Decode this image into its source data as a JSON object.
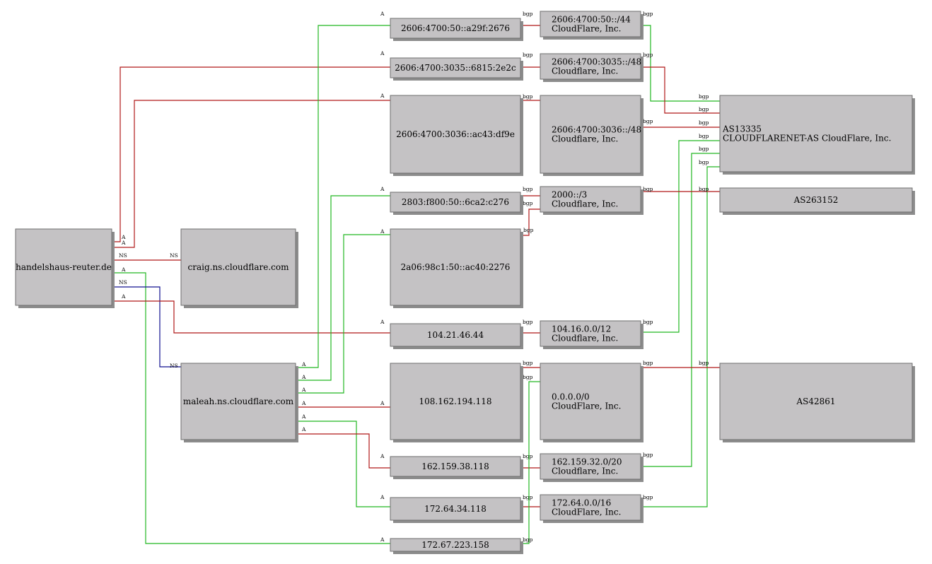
{
  "colors": {
    "A": "#b01818",
    "green": "#22b822",
    "NS": "#101090"
  },
  "nodes": [
    {
      "id": "domain",
      "lines": [
        "handelshaus-reuter.de"
      ]
    },
    {
      "id": "craig",
      "lines": [
        "craig.ns.cloudflare.com"
      ]
    },
    {
      "id": "maleah",
      "lines": [
        "maleah.ns.cloudflare.com"
      ]
    },
    {
      "id": "ip6_a29f",
      "lines": [
        "2606:4700:50::a29f:2676"
      ]
    },
    {
      "id": "ip6_6815",
      "lines": [
        "2606:4700:3035::6815:2e2c"
      ]
    },
    {
      "id": "ip6_ac43",
      "lines": [
        "2606:4700:3036::ac43:df9e"
      ]
    },
    {
      "id": "ip6_6ca2",
      "lines": [
        "2803:f800:50::6ca2:c276"
      ]
    },
    {
      "id": "ip6_ac40",
      "lines": [
        "2a06:98c1:50::ac40:2276"
      ]
    },
    {
      "id": "ip_104",
      "lines": [
        "104.21.46.44"
      ]
    },
    {
      "id": "ip_108",
      "lines": [
        "108.162.194.118"
      ]
    },
    {
      "id": "ip_162",
      "lines": [
        "162.159.38.118"
      ]
    },
    {
      "id": "ip_17264",
      "lines": [
        "172.64.34.118"
      ]
    },
    {
      "id": "ip_17267",
      "lines": [
        "172.67.223.158"
      ]
    },
    {
      "id": "pfx_50",
      "lines": [
        "2606:4700:50::/44",
        "CloudFlare, Inc."
      ]
    },
    {
      "id": "pfx_3035",
      "lines": [
        "2606:4700:3035::/48",
        "Cloudflare, Inc."
      ]
    },
    {
      "id": "pfx_3036",
      "lines": [
        "2606:4700:3036::/48",
        "Cloudflare, Inc."
      ]
    },
    {
      "id": "pfx_2000",
      "lines": [
        "2000::/3",
        "Cloudflare, Inc."
      ]
    },
    {
      "id": "pfx_10416",
      "lines": [
        "104.16.0.0/12",
        "Cloudflare, Inc."
      ]
    },
    {
      "id": "pfx_0",
      "lines": [
        "0.0.0.0/0",
        "CloudFlare, Inc."
      ]
    },
    {
      "id": "pfx_16215",
      "lines": [
        "162.159.32.0/20",
        "Cloudflare, Inc."
      ]
    },
    {
      "id": "pfx_17264",
      "lines": [
        "172.64.0.0/16",
        "CloudFlare, Inc."
      ]
    },
    {
      "id": "as13335",
      "lines": [
        "AS13335",
        "CLOUDFLARENET-AS CloudFlare, Inc."
      ]
    },
    {
      "id": "as263152",
      "lines": [
        "AS263152"
      ]
    },
    {
      "id": "as42861",
      "lines": [
        "AS42861"
      ]
    }
  ],
  "edges": [
    {
      "from": "domain",
      "to": "ip6_6815",
      "type": "A",
      "color": "A",
      "tail": "A",
      "head": "A"
    },
    {
      "from": "domain",
      "to": "ip6_ac43",
      "type": "A",
      "color": "A",
      "tail": "A",
      "head": "A"
    },
    {
      "from": "domain",
      "to": "craig",
      "type": "NS",
      "color": "A",
      "tail": "NS",
      "head": "NS"
    },
    {
      "from": "domain",
      "to": "ip_17267",
      "type": "A",
      "color": "green",
      "tail": "A",
      "head": "A"
    },
    {
      "from": "domain",
      "to": "maleah",
      "type": "NS",
      "color": "NS",
      "tail": "NS",
      "head": "NS"
    },
    {
      "from": "domain",
      "to": "ip_104",
      "type": "A",
      "color": "A",
      "tail": "A",
      "head": "A"
    },
    {
      "from": "maleah",
      "to": "ip6_a29f",
      "type": "A",
      "color": "green",
      "tail": "A",
      "head": "A"
    },
    {
      "from": "maleah",
      "to": "ip6_6ca2",
      "type": "A",
      "color": "green",
      "tail": "A",
      "head": "A"
    },
    {
      "from": "maleah",
      "to": "ip6_ac40",
      "type": "A",
      "color": "green",
      "tail": "A",
      "head": "A"
    },
    {
      "from": "maleah",
      "to": "ip_108",
      "type": "A",
      "color": "A",
      "tail": "A",
      "head": "A"
    },
    {
      "from": "maleah",
      "to": "ip_17264",
      "type": "A",
      "color": "green",
      "tail": "A",
      "head": "A"
    },
    {
      "from": "maleah",
      "to": "ip_162",
      "type": "A",
      "color": "A",
      "tail": "A",
      "head": "A"
    },
    {
      "from": "ip6_a29f",
      "to": "pfx_50",
      "type": "bgp",
      "color": "A",
      "tail": "bgp"
    },
    {
      "from": "ip6_6815",
      "to": "pfx_3035",
      "type": "bgp",
      "color": "A",
      "tail": "bgp"
    },
    {
      "from": "ip6_ac43",
      "to": "pfx_3036",
      "type": "bgp",
      "color": "A",
      "tail": "bgp"
    },
    {
      "from": "ip6_6ca2",
      "to": "pfx_2000",
      "type": "bgp",
      "color": "A",
      "tail": "bgp"
    },
    {
      "from": "ip6_ac40",
      "to": "pfx_2000",
      "type": "bgp",
      "color": "A",
      "tail": "bgp",
      "head": "bgp"
    },
    {
      "from": "ip_104",
      "to": "pfx_10416",
      "type": "bgp",
      "color": "A",
      "tail": "bgp"
    },
    {
      "from": "ip_108",
      "to": "pfx_0",
      "type": "bgp",
      "color": "A",
      "tail": "bgp"
    },
    {
      "from": "ip_162",
      "to": "pfx_16215",
      "type": "bgp",
      "color": "A",
      "tail": "bgp"
    },
    {
      "from": "ip_17264",
      "to": "pfx_17264",
      "type": "bgp",
      "color": "A",
      "tail": "bgp"
    },
    {
      "from": "ip_17267",
      "to": "pfx_0",
      "type": "bgp",
      "color": "green",
      "tail": "bgp",
      "head": "bgp"
    },
    {
      "from": "pfx_50",
      "to": "as13335",
      "type": "bgp",
      "color": "green",
      "tail": "bgp",
      "head": "bgp"
    },
    {
      "from": "pfx_3035",
      "to": "as13335",
      "type": "bgp",
      "color": "A",
      "tail": "bgp",
      "head": "bgp"
    },
    {
      "from": "pfx_3036",
      "to": "as13335",
      "type": "bgp",
      "color": "A",
      "tail": "bgp",
      "head": "bgp"
    },
    {
      "from": "pfx_10416",
      "to": "as13335",
      "type": "bgp",
      "color": "green",
      "tail": "bgp",
      "head": "bgp"
    },
    {
      "from": "pfx_16215",
      "to": "as13335",
      "type": "bgp",
      "color": "green",
      "tail": "bgp",
      "head": "bgp"
    },
    {
      "from": "pfx_17264",
      "to": "as13335",
      "type": "bgp",
      "color": "green",
      "tail": "bgp",
      "head": "bgp"
    },
    {
      "from": "pfx_2000",
      "to": "as263152",
      "type": "bgp",
      "color": "A",
      "tail": "bgp",
      "head": "bgp"
    },
    {
      "from": "pfx_0",
      "to": "as42861",
      "type": "bgp",
      "color": "A",
      "tail": "bgp",
      "head": "bgp"
    }
  ]
}
